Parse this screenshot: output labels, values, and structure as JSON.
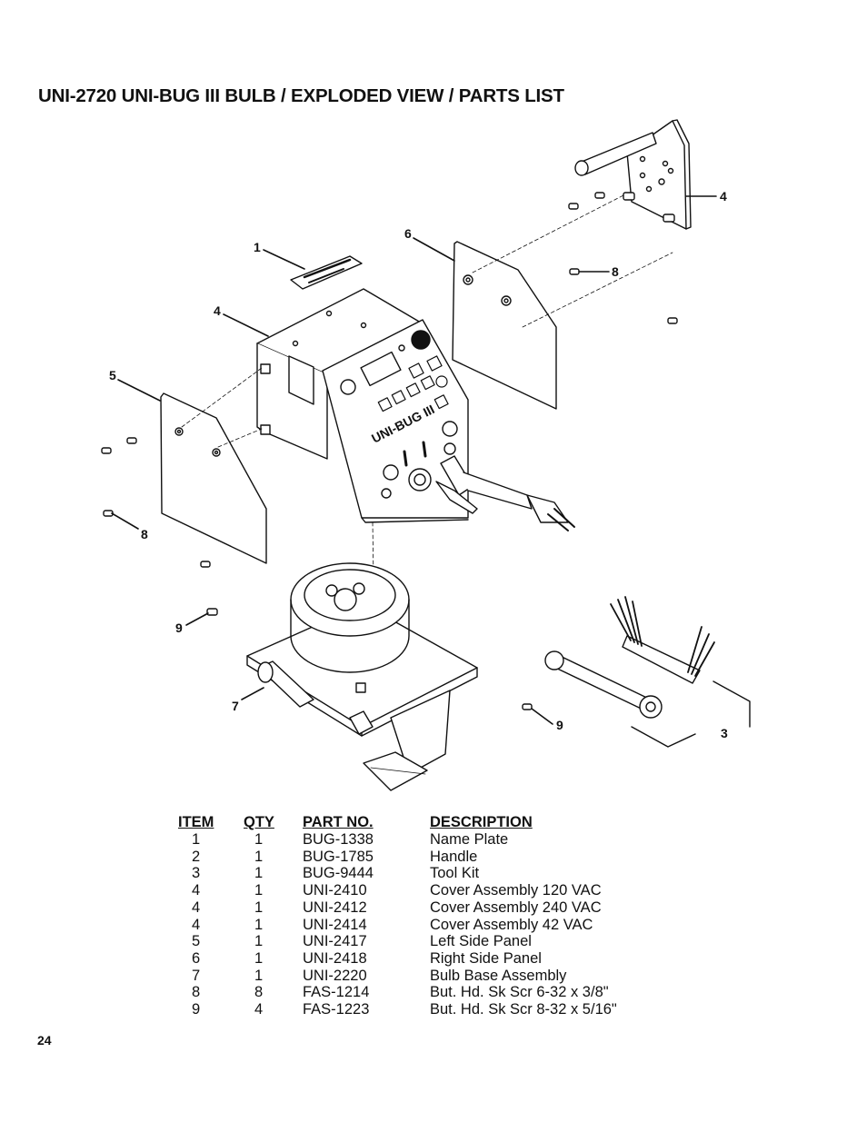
{
  "page": {
    "title": "UNI-2720 UNI-BUG III BULB / EXPLODED VIEW / PARTS LIST",
    "number": "24"
  },
  "diagram": {
    "callouts": [
      "1",
      "4",
      "4",
      "5",
      "6",
      "7",
      "8",
      "8",
      "9",
      "9",
      "3"
    ],
    "front_panel_label": "UNI-BUG III"
  },
  "parts_table": {
    "headers": {
      "item": "ITEM",
      "qty": "QTY",
      "part_no": "PART NO.",
      "description": "DESCRIPTION"
    },
    "rows": [
      {
        "item": "1",
        "qty": "1",
        "part_no": "BUG-1338",
        "description": "Name Plate"
      },
      {
        "item": "2",
        "qty": "1",
        "part_no": "BUG-1785",
        "description": "Handle"
      },
      {
        "item": "3",
        "qty": "1",
        "part_no": "BUG-9444",
        "description": "Tool Kit"
      },
      {
        "item": "4",
        "qty": "1",
        "part_no": "UNI-2410",
        "description": "Cover Assembly 120 VAC"
      },
      {
        "item": "4",
        "qty": "1",
        "part_no": "UNI-2412",
        "description": "Cover Assembly 240 VAC"
      },
      {
        "item": "4",
        "qty": "1",
        "part_no": "UNI-2414",
        "description": "Cover Assembly 42 VAC"
      },
      {
        "item": "5",
        "qty": "1",
        "part_no": "UNI-2417",
        "description": "Left Side Panel"
      },
      {
        "item": "6",
        "qty": "1",
        "part_no": "UNI-2418",
        "description": "Right Side Panel"
      },
      {
        "item": "7",
        "qty": "1",
        "part_no": "UNI-2220",
        "description": "Bulb Base Assembly"
      },
      {
        "item": "8",
        "qty": "8",
        "part_no": "FAS-1214",
        "description": "But. Hd. Sk Scr 6-32 x 3/8\""
      },
      {
        "item": "9",
        "qty": "4",
        "part_no": "FAS-1223",
        "description": "But. Hd. Sk Scr 8-32 x 5/16\""
      }
    ]
  }
}
